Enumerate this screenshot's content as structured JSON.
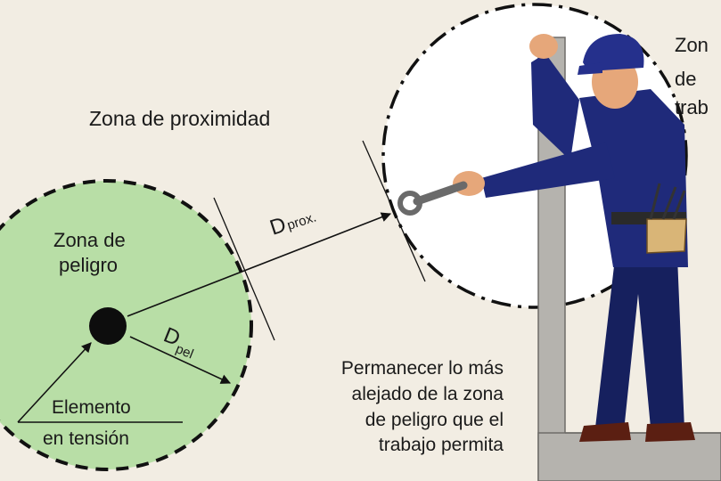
{
  "labels": {
    "proximity_zone": "Zona de proximidad",
    "danger_zone_line1": "Zona de",
    "danger_zone_line2": "peligro",
    "work_zone_line1": "Zon",
    "work_zone_line2": "de",
    "work_zone_line3": "trab",
    "element_line1": "Elemento",
    "element_line2": "en tensión",
    "advice_line1": "Permanecer lo más",
    "advice_line2": "alejado de la zona",
    "advice_line3": "de peligro que el",
    "advice_line4": "trabajo permita",
    "d_prox_main": "D",
    "d_prox_sub": "prox.",
    "d_pel_main": "D",
    "d_pel_sub": "pel"
  },
  "colors": {
    "background": "#f2ede3",
    "danger_zone_fill": "#b8dea6",
    "worker_uniform": "#1f2a7a",
    "wall": "#b5b3ae"
  }
}
